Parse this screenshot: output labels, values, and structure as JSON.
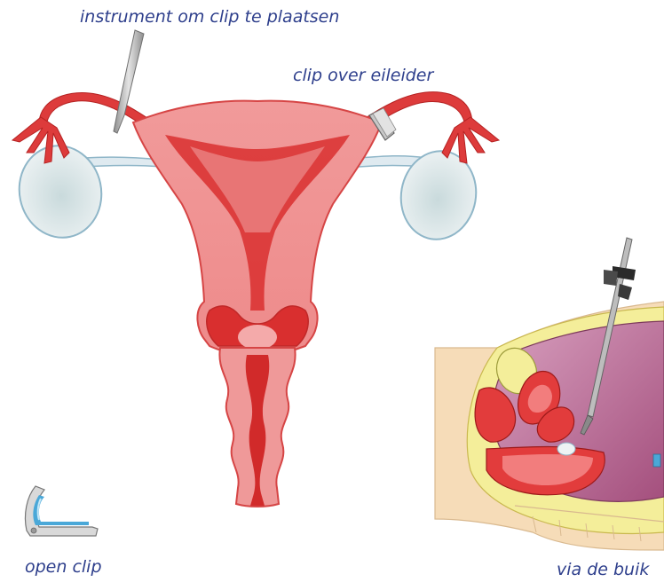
{
  "labels": {
    "instrument": "instrument om clip te plaatsen",
    "clip_over": "clip over eileider",
    "open_clip": "open clip",
    "via_buik": "via de buik"
  },
  "colors": {
    "label_text": "#2e3f8c",
    "uterus_light": "#f3a1a1",
    "uterus_mid": "#eb7a7a",
    "uterus_dark": "#d12a2a",
    "ovary_fill": "#dfe9ea",
    "ovary_stroke": "#8fb6c8",
    "clip_blue": "#4aa8d8",
    "instrument_grey": "#b5b5b5",
    "skin": "#f6dcb8",
    "fat_yellow": "#f4ee9a",
    "abdomen_purple": "#b3608c"
  }
}
